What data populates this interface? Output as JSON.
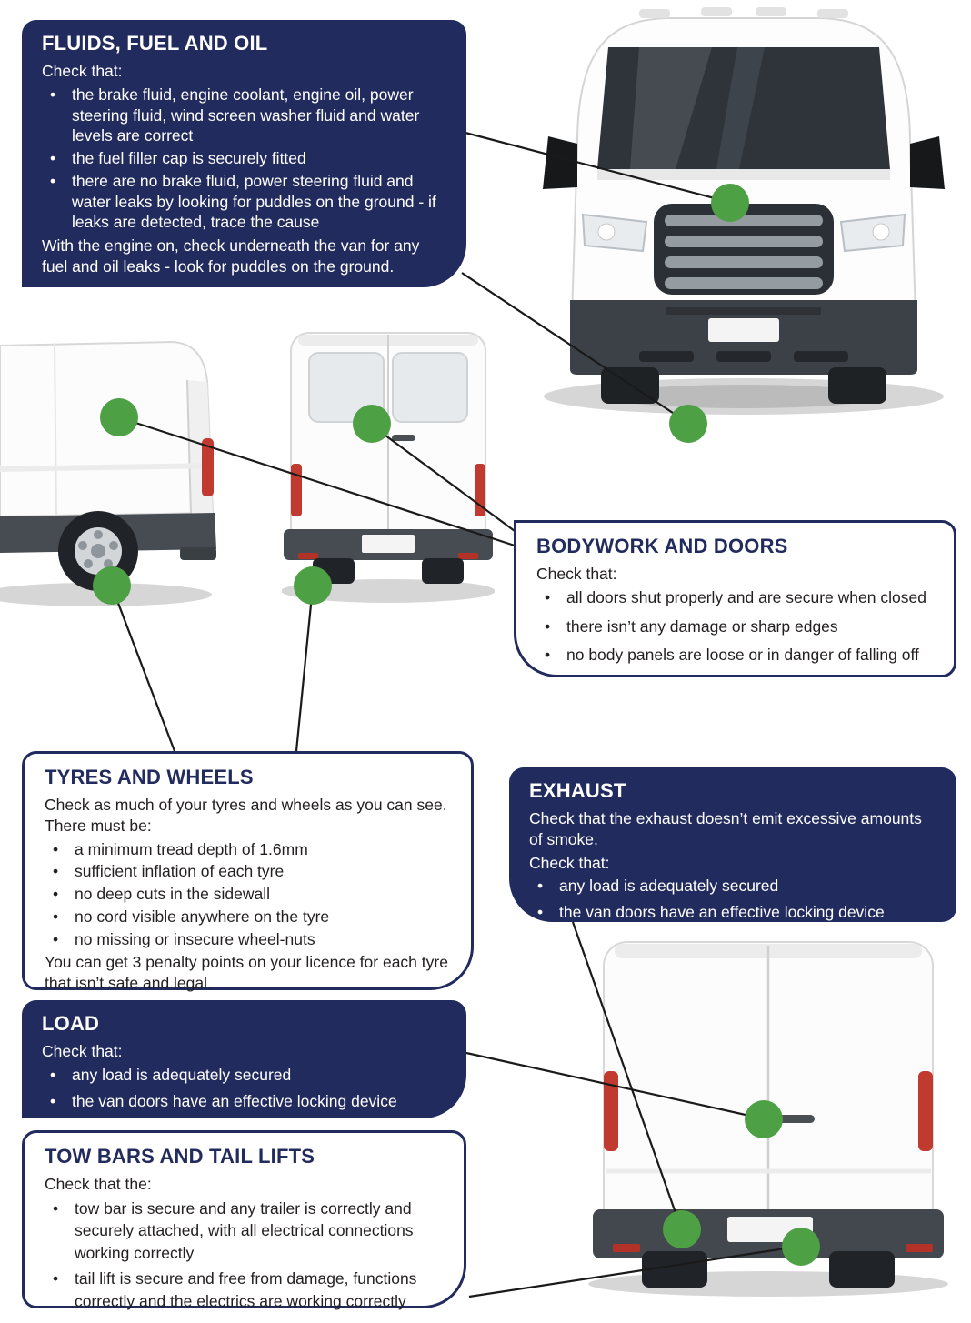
{
  "colors": {
    "panel_navy": "#222b5e",
    "panel_text_light": "#ffffff",
    "panel_text_dark": "#231f20",
    "marker_green": "#4ea045",
    "tail_light_red": "#c13a30",
    "connector_line": "#1a1a1a"
  },
  "markers": {
    "shape": "circle",
    "color": "#4ea045",
    "count": 9
  },
  "illustrations": {
    "van_front": "van-front-view",
    "van_side_rear": "van-side-rear-quarter-view",
    "van_rear_small": "van-rear-doors-view",
    "van_rear_large": "van-rear-doors-view-large"
  },
  "panels": {
    "fluids": {
      "title": "FLUIDS, FUEL AND OIL",
      "intro": "Check that:",
      "bullets": [
        "the brake fluid, engine coolant, engine oil, power steering fluid, wind screen washer fluid and water levels are correct",
        "the fuel filler cap is securely fitted",
        "there are no brake fluid, power steering fluid and water leaks by looking for puddles on the ground - if leaks are detected, trace the cause"
      ],
      "outro": "With the engine on, check underneath the van for any fuel and oil leaks - look for puddles on the ground."
    },
    "bodywork": {
      "title": "BODYWORK AND DOORS",
      "intro": "Check that:",
      "bullets": [
        "all doors shut properly and are secure when closed",
        "there isn’t any damage or sharp edges",
        "no body panels are loose or in danger of falling off"
      ]
    },
    "tyres": {
      "title": "TYRES AND WHEELS",
      "intro": "Check as much of your tyres and wheels as you can see. There must be:",
      "bullets": [
        "a minimum tread depth of 1.6mm",
        "sufficient inflation of each tyre",
        "no deep cuts in the sidewall",
        "no cord visible anywhere on the tyre",
        "no missing or insecure wheel-nuts"
      ],
      "outro": "You can get 3 penalty points on your licence for each tyre that isn’t safe and legal."
    },
    "exhaust": {
      "title": "EXHAUST",
      "intro": "Check that the exhaust doesn’t emit excessive amounts of smoke.",
      "intro2": "Check that:",
      "bullets": [
        "any load is adequately secured",
        "the van doors have an effective locking device"
      ]
    },
    "load": {
      "title": "LOAD",
      "intro": "Check that:",
      "bullets": [
        "any load is adequately secured",
        "the van doors have an effective locking device"
      ]
    },
    "towbars": {
      "title": "TOW BARS AND TAIL LIFTS",
      "intro": "Check that the:",
      "bullets": [
        "tow bar is secure and any trailer is correctly and securely attached, with all electrical connections working correctly",
        "tail lift is secure and free from damage, functions correctly and the electrics are working correctly"
      ]
    }
  }
}
